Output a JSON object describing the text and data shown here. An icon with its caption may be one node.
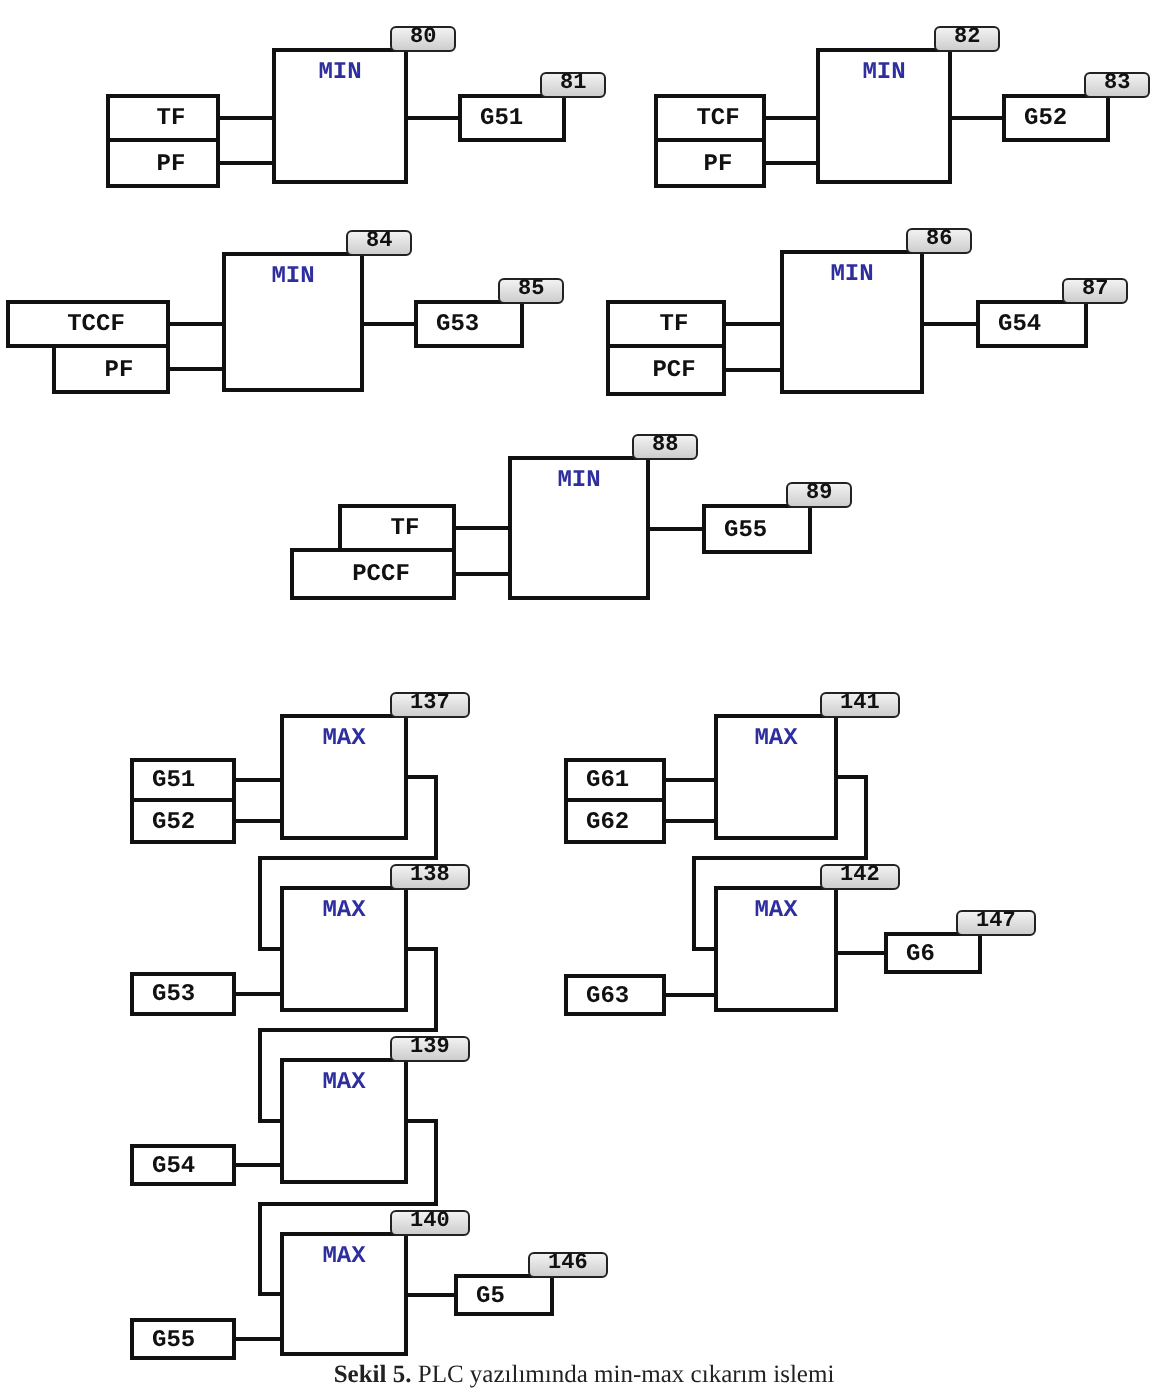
{
  "diagram": {
    "caption": "**Sekil 5.** PLC yazılımında min-max cıkarım islemi",
    "nodes": [
      {
        "text": [
          "TF"
        ]
      },
      {
        "text": [
          "PF"
        ]
      },
      {
        "text": [
          "MIN"
        ],
        "beside": [
          "80"
        ]
      },
      {
        "text": [
          "G51"
        ],
        "beside": [
          "81"
        ]
      },
      {
        "text": [
          "TCF"
        ]
      },
      {
        "text": [
          "PF"
        ]
      },
      {
        "text": [
          "MIN"
        ],
        "beside": [
          "82"
        ]
      },
      {
        "text": [
          "G52"
        ],
        "beside": [
          "83"
        ]
      },
      {
        "text": [
          "TCCF"
        ]
      },
      {
        "text": [
          "PF"
        ]
      },
      {
        "text": [
          "MIN"
        ],
        "beside": [
          "84"
        ]
      },
      {
        "text": [
          "G53"
        ],
        "beside": [
          "85"
        ]
      },
      {
        "text": [
          "TF"
        ]
      },
      {
        "text": [
          "PCF"
        ]
      },
      {
        "text": [
          "MIN"
        ],
        "beside": [
          "86"
        ]
      },
      {
        "text": [
          "G54"
        ],
        "beside": [
          "87"
        ]
      },
      {
        "text": [
          "TF"
        ]
      },
      {
        "text": [
          "PCCF"
        ]
      },
      {
        "text": [
          "MIN"
        ],
        "beside": [
          "88"
        ]
      },
      {
        "text": [
          "G55"
        ],
        "beside": [
          "89"
        ]
      },
      {
        "text": [
          "G51"
        ]
      },
      {
        "text": [
          "G52"
        ]
      },
      {
        "text": [
          "MAX"
        ],
        "beside": [
          "137"
        ]
      },
      {
        "text": [
          "G53"
        ]
      },
      {
        "text": [
          "MAX"
        ],
        "beside": [
          "138"
        ]
      },
      {
        "text": [
          "G54"
        ]
      },
      {
        "text": [
          "MAX"
        ],
        "beside": [
          "139"
        ]
      },
      {
        "text": [
          "G55"
        ]
      },
      {
        "text": [
          "MAX"
        ],
        "beside": [
          "140"
        ]
      },
      {
        "text": [
          "G5"
        ],
        "beside": [
          "146"
        ]
      },
      {
        "text": [
          "G61"
        ]
      },
      {
        "text": [
          "G62"
        ]
      },
      {
        "text": [
          "MAX"
        ],
        "beside": [
          "141"
        ]
      },
      {
        "text": [
          "G63"
        ]
      },
      {
        "text": [
          "MAX"
        ],
        "beside": [
          "142"
        ]
      },
      {
        "text": [
          "G6"
        ],
        "beside": [
          "147"
        ]
      }
    ],
    "edges": [
      {
        "from": 0,
        "to": 2,
        "arrow": "none"
      },
      {
        "from": 1,
        "to": 2,
        "arrow": "none"
      },
      {
        "from": 2,
        "to": 3,
        "arrow": "none"
      },
      {
        "from": 4,
        "to": 6,
        "arrow": "none"
      },
      {
        "from": 5,
        "to": 6,
        "arrow": "none"
      },
      {
        "from": 6,
        "to": 7,
        "arrow": "none"
      },
      {
        "from": 8,
        "to": 10,
        "arrow": "none"
      },
      {
        "from": 9,
        "to": 10,
        "arrow": "none"
      },
      {
        "from": 10,
        "to": 11,
        "arrow": "none"
      },
      {
        "from": 12,
        "to": 14,
        "arrow": "none"
      },
      {
        "from": 13,
        "to": 14,
        "arrow": "none"
      },
      {
        "from": 14,
        "to": 15,
        "arrow": "none"
      },
      {
        "from": 16,
        "to": 18,
        "arrow": "none"
      },
      {
        "from": 17,
        "to": 18,
        "arrow": "none"
      },
      {
        "from": 18,
        "to": 19,
        "arrow": "none"
      },
      {
        "from": 20,
        "to": 22,
        "arrow": "none"
      },
      {
        "from": 21,
        "to": 22,
        "arrow": "none"
      },
      {
        "from": 22,
        "to": 24,
        "arrow": "none"
      },
      {
        "from": 23,
        "to": 24,
        "arrow": "none"
      },
      {
        "from": 24,
        "to": 26,
        "arrow": "none"
      },
      {
        "from": 25,
        "to": 26,
        "arrow": "none"
      },
      {
        "from": 26,
        "to": 28,
        "arrow": "none"
      },
      {
        "from": 27,
        "to": 28,
        "arrow": "none"
      },
      {
        "from": 28,
        "to": 29,
        "arrow": "none"
      },
      {
        "from": 30,
        "to": 32,
        "arrow": "none"
      },
      {
        "from": 31,
        "to": 32,
        "arrow": "none"
      },
      {
        "from": 32,
        "to": 34,
        "arrow": "none"
      },
      {
        "from": 33,
        "to": 34,
        "arrow": "none"
      },
      {
        "from": 34,
        "to": 35,
        "arrow": "none"
      }
    ]
  }
}
